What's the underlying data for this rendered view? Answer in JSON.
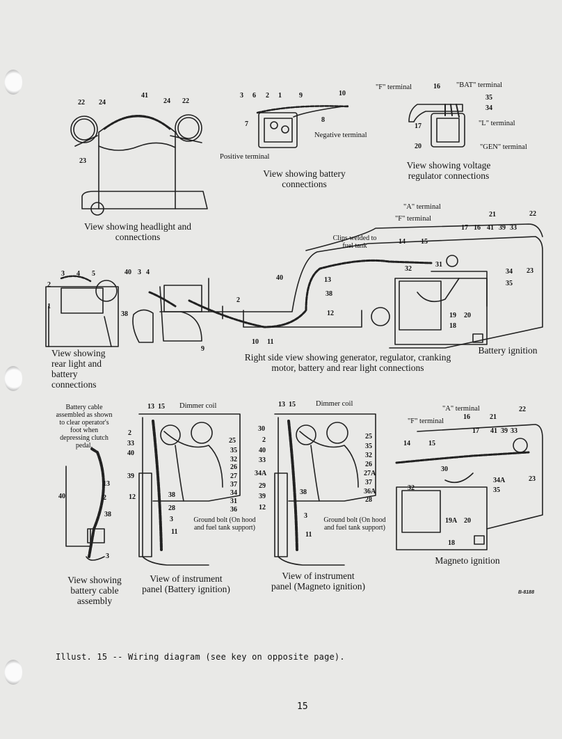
{
  "views": {
    "headlight": {
      "caption": "View showing headlight and connections",
      "numbers": [
        "22",
        "24",
        "41",
        "24",
        "22",
        "23"
      ]
    },
    "battery": {
      "caption": "View showing battery connections",
      "numbers": [
        "3",
        "6",
        "2",
        "1",
        "9",
        "10",
        "8",
        "7"
      ],
      "labels": {
        "negative": "Negative terminal",
        "positive": "Positive terminal"
      }
    },
    "regulator": {
      "caption": "View showing voltage regulator connections",
      "numbers": [
        "16",
        "35",
        "34",
        "17",
        "20"
      ],
      "labels": {
        "f": "\"F\" terminal",
        "bat": "\"BAT\" terminal",
        "l": "\"L\" terminal",
        "gen": "\"GEN\" terminal"
      }
    },
    "rear_light": {
      "caption": "View showing rear light and battery connections",
      "numbers": [
        "3",
        "4",
        "5",
        "2",
        "1",
        "40",
        "3",
        "4",
        "38",
        "9"
      ]
    },
    "right_side": {
      "caption": "Right side view showing generator, regulator, cranking motor, battery and rear light connections",
      "note": "Clips welded to fuel tank",
      "numbers": [
        "40",
        "13",
        "38",
        "12",
        "2",
        "10",
        "11",
        "14",
        "15",
        "32",
        "31",
        "19",
        "20",
        "18",
        "34",
        "35",
        "23"
      ]
    },
    "battery_ignition": {
      "caption": "Battery ignition",
      "labels": {
        "a": "\"A\" terminal",
        "f": "\"F\" terminal"
      },
      "numbers": [
        "21",
        "22",
        "17",
        "16",
        "41",
        "39",
        "33"
      ]
    },
    "cable": {
      "caption": "View showing battery cable assembly",
      "note": "Battery cable assembled as shown to clear operator's foot when depressing clutch pedal.",
      "numbers": [
        "13",
        "40",
        "2",
        "38",
        "3"
      ]
    },
    "panel_battery": {
      "caption": "View of instrument panel (Battery ignition)",
      "top": "13  15",
      "dimmer": "Dimmer coil",
      "ground": "Ground bolt (On hood and fuel tank support)",
      "left_numbers": [
        "2",
        "33",
        "40",
        "39",
        "12",
        "38",
        "28",
        "3",
        "11"
      ],
      "right_numbers": [
        "25",
        "35",
        "32",
        "26",
        "27",
        "37",
        "34",
        "31",
        "36"
      ]
    },
    "panel_magneto": {
      "caption": "View of instrument panel (Magneto ignition)",
      "top": "13  15",
      "dimmer": "Dimmer coil",
      "ground": "Ground bolt (On hood and fuel tank support)",
      "left_numbers": [
        "30",
        "2",
        "40",
        "33",
        "34A",
        "29",
        "39",
        "12",
        "38",
        "3",
        "11"
      ],
      "right_numbers": [
        "25",
        "35",
        "32",
        "26",
        "27A",
        "37",
        "36A",
        "28"
      ]
    },
    "magneto": {
      "caption": "Magneto ignition",
      "labels": {
        "a": "\"A\" terminal",
        "f": "\"F\" terminal"
      },
      "numbers": [
        "22",
        "16",
        "21",
        "17",
        "41",
        "39",
        "33",
        "14",
        "15",
        "30",
        "34A",
        "35",
        "32",
        "19A",
        "20",
        "18",
        "23"
      ]
    }
  },
  "drawing_code": "B-8188",
  "figure_caption": "Illust. 15 -- Wiring diagram (see key on opposite page).",
  "page_number": "15"
}
